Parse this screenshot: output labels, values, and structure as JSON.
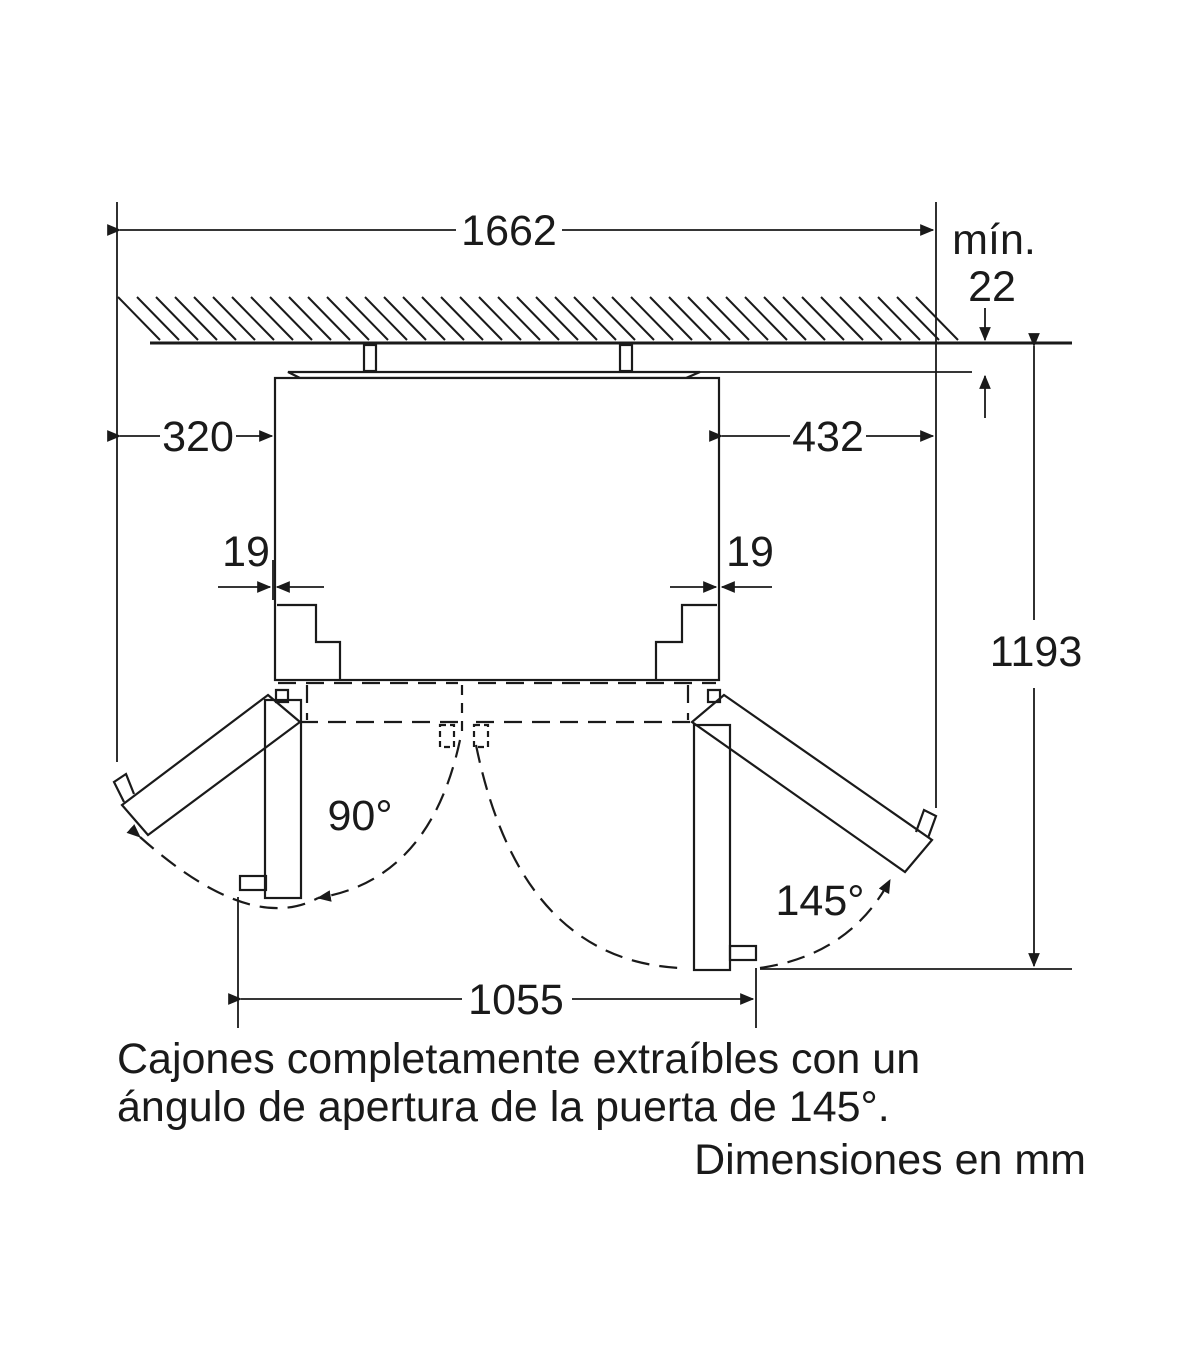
{
  "dimensions": {
    "total_width": "1662",
    "wall_gap_label": "mín.",
    "wall_gap_value": "22",
    "left_clearance": "320",
    "right_clearance": "432",
    "left_door_offset": "19",
    "right_door_offset": "19",
    "depth": "1193",
    "front_width": "1055"
  },
  "angles": {
    "small": "90°",
    "large": "145°"
  },
  "caption": {
    "line1": "Cajones completamente extraíbles con un",
    "line2": "ángulo de apertura de la puerta de 145°.",
    "units": "Dimensiones en mm"
  }
}
